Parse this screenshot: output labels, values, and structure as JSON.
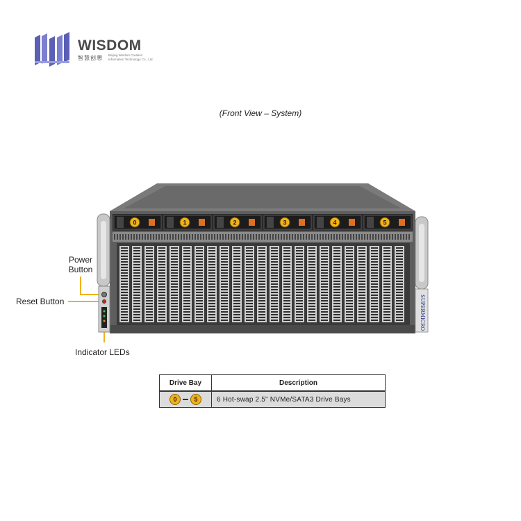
{
  "logo": {
    "brand": "WISDOM",
    "chinese": "智慧创想",
    "english": "Beijing Wisdom Creative Information Technology Co., Ltd."
  },
  "caption": "(Front View – System)",
  "labels": {
    "power_button_line1": "Power",
    "power_button_line2": "Button",
    "reset_button": "Reset Button",
    "indicator_leds": "Indicator  LEDs"
  },
  "server": {
    "drive_bays": [
      "0",
      "1",
      "2",
      "3",
      "4",
      "5"
    ],
    "side_brand": "SUPERMICRO",
    "colors": {
      "bay_badge": "#f2b21a",
      "callout_line": "#f2b21a",
      "chassis": "#6e6e6e"
    }
  },
  "table": {
    "headers": [
      "Drive Bay",
      "Description"
    ],
    "rows": [
      {
        "bay_from": "0",
        "bay_to": "5",
        "description": "6 Hot-swap  2.5\" NVMe/SATA3  Drive  Bays"
      }
    ]
  }
}
